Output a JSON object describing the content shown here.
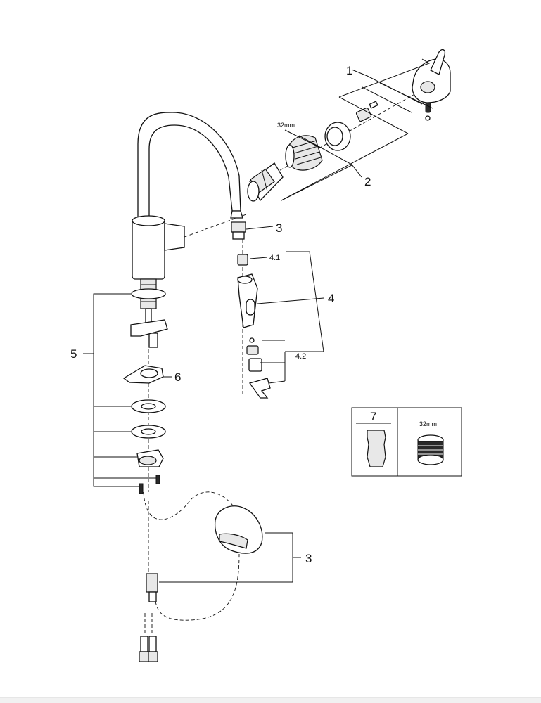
{
  "callouts": {
    "c1": "1",
    "c2": "2",
    "c3_spray": "3",
    "c3_weight": "3",
    "c4": "4",
    "c4_1": "4.1",
    "c4_2": "4.2",
    "c5": "5",
    "c6": "6",
    "c7": "7"
  },
  "dimensions": {
    "cartridge_size": "32mm",
    "inset_size": "32mm"
  },
  "colors": {
    "line": "#111111",
    "fill": "#ffffff",
    "shade": "#e8e8e8",
    "bottom_bar": "#f1f1f1"
  }
}
